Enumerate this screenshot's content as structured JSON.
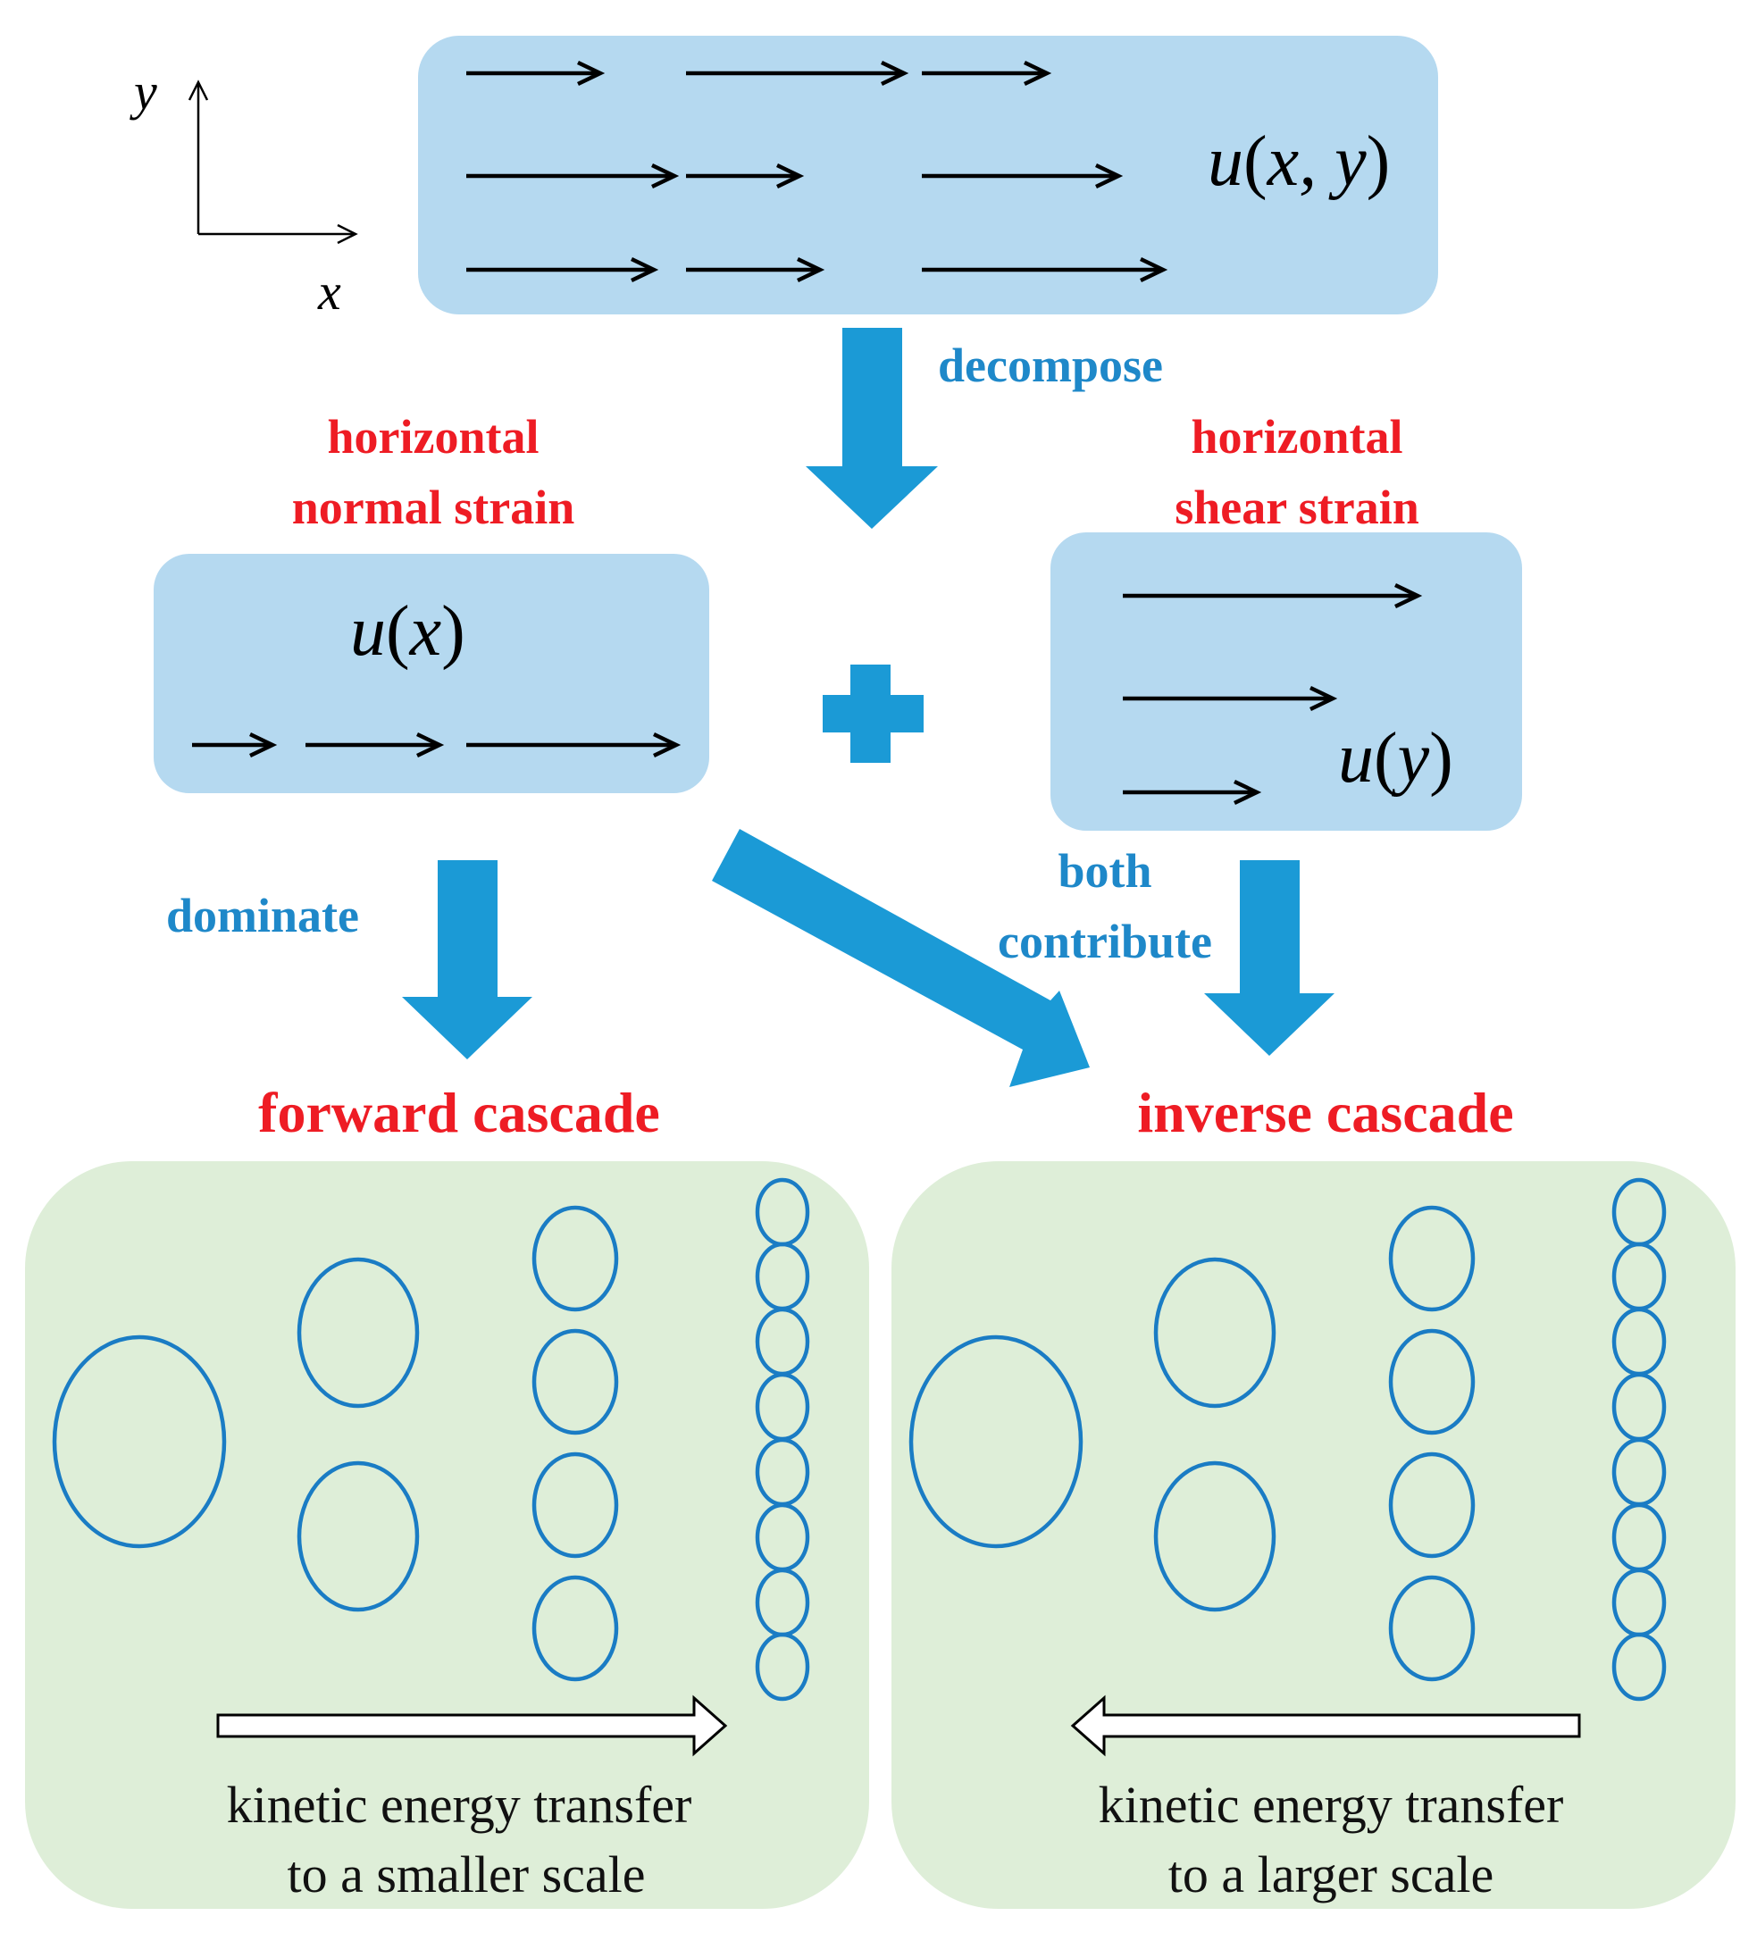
{
  "axes": {
    "x_label": "x",
    "y_label": "y"
  },
  "top_box": {
    "func": "u",
    "args": "x, y"
  },
  "normal_box": {
    "func": "u",
    "args": "x"
  },
  "shear_box": {
    "func": "u",
    "args": "y"
  },
  "labels": {
    "decompose": "decompose",
    "normal_strain_line1": "horizontal",
    "normal_strain_line2": "normal strain",
    "shear_strain_line1": "horizontal",
    "shear_strain_line2": "shear strain",
    "plus": "+",
    "dominate": "dominate",
    "both_line1": "both",
    "both_line2": "contribute",
    "forward_cascade": "forward cascade",
    "inverse_cascade": "inverse cascade"
  },
  "forward_panel": {
    "caption_line1": "kinetic energy transfer",
    "caption_line2": "to a smaller scale",
    "transfer_direction": "right"
  },
  "inverse_panel": {
    "caption_line1": "kinetic energy transfer",
    "caption_line2": "to a larger scale",
    "transfer_direction": "left"
  },
  "colors": {
    "velocity_box": "#b5d9f0",
    "cascade_panel": "#deeed8",
    "flow_arrow": "#1b9ad6",
    "eddy_stroke": "#1a7cc4",
    "label_red": "#ee1c24",
    "label_blue": "#1e88c9"
  }
}
